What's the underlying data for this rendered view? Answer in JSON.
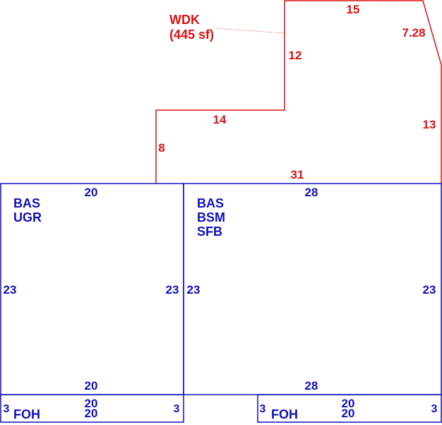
{
  "colors": {
    "deck": "#dd1111",
    "building": "#1111bb",
    "leader": "#dd1111",
    "background": "#ffffff"
  },
  "deck": {
    "code": "WDK",
    "area": "(445 sf)",
    "dims": {
      "top": "15",
      "angled": "7.28",
      "upper_left": "12",
      "mid_step": "14",
      "right": "13",
      "lower_left": "8",
      "bottom": "31"
    }
  },
  "left_section": {
    "codes": [
      "BAS",
      "UGR"
    ],
    "dims": {
      "top": "20",
      "left": "23",
      "right": "23",
      "bottom": "20"
    }
  },
  "right_section": {
    "codes": [
      "BAS",
      "BSM",
      "SFB"
    ],
    "dims": {
      "top": "28",
      "left": "23",
      "right": "23",
      "bottom": "28"
    }
  },
  "left_porch": {
    "code": "FOH",
    "dims": {
      "top": "20",
      "bottom": "20",
      "left": "3",
      "right": "3"
    }
  },
  "right_porch": {
    "code": "FOH",
    "dims": {
      "top": "20",
      "bottom": "20",
      "left": "3",
      "right": "3"
    }
  }
}
